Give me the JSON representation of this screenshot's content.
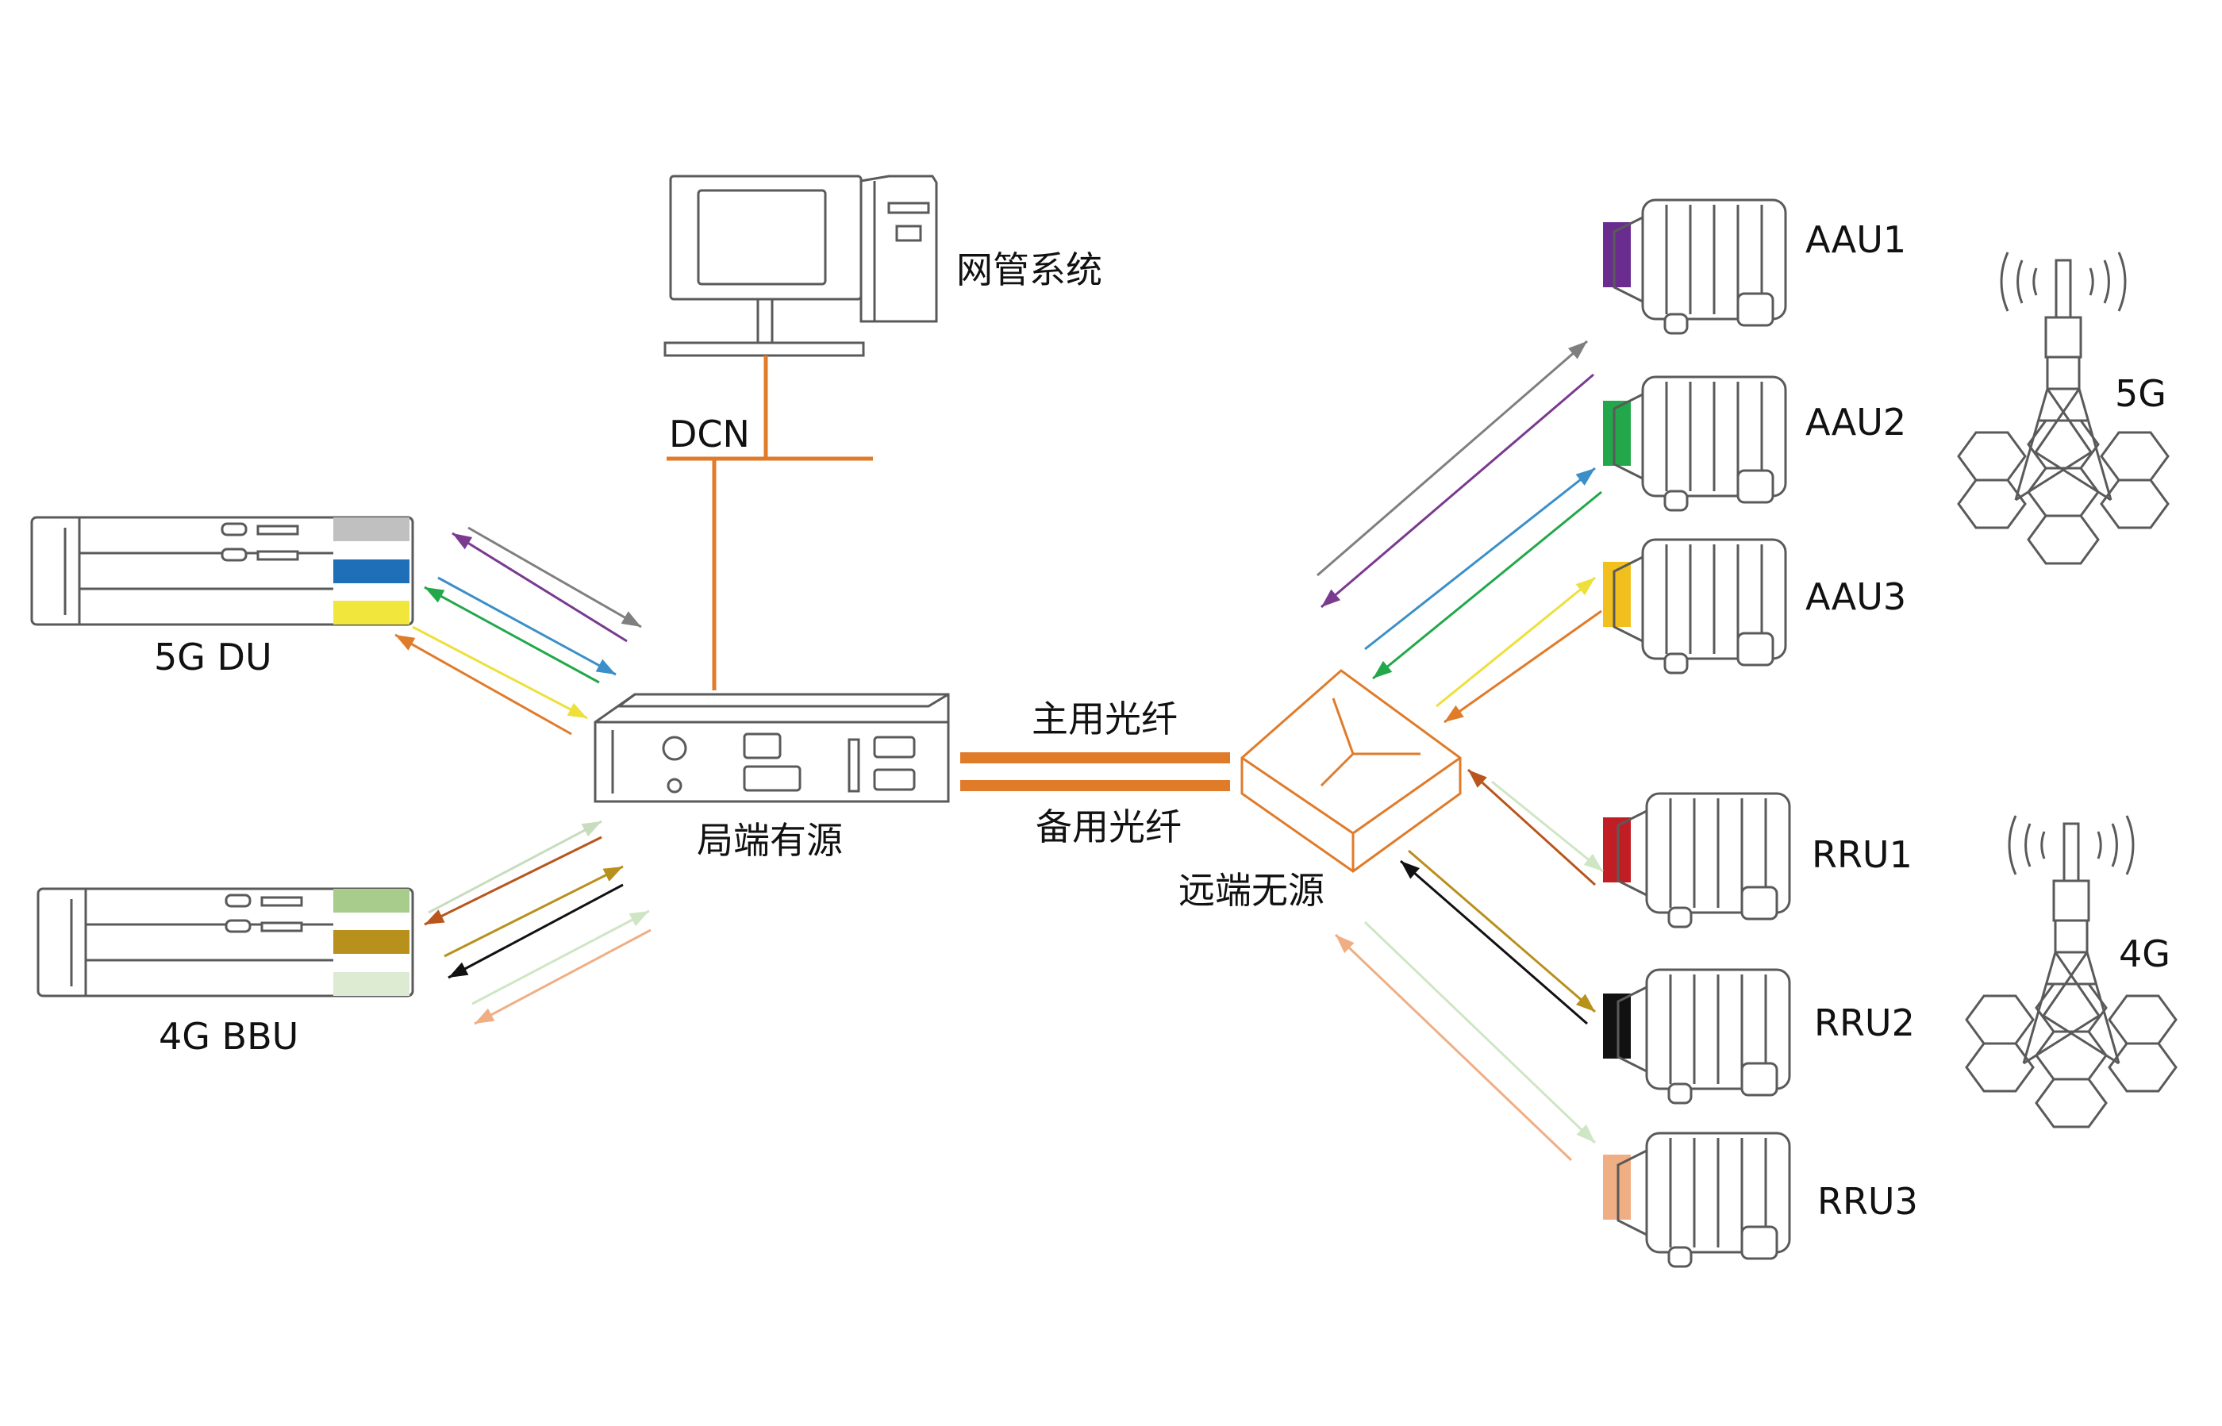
{
  "labels": {
    "nms": "网管系统",
    "dcn": "DCN",
    "du5g": "5G DU",
    "bbu4g": "4G BBU",
    "local_active": "局端有源",
    "remote_passive": "远端无源",
    "primary_fiber": "主用光纤",
    "backup_fiber": "备用光纤",
    "aau1": "AAU1",
    "aau2": "AAU2",
    "aau3": "AAU3",
    "rru1": "RRU1",
    "rru2": "RRU2",
    "rru3": "RRU3",
    "tower5g": "5G",
    "tower4g": "4G"
  },
  "colors": {
    "link": "#e07b2a",
    "equipment_stroke": "#5a5a5a",
    "du_ports": [
      "#c0c0c0",
      "#1f6fb8",
      "#f0e63c"
    ],
    "bbu_ports": [
      "#a8cc8c",
      "#b8901c",
      "#dcebd2"
    ],
    "aau_ports": [
      "#6a2d8f",
      "#22a84a",
      "#f2c01e"
    ],
    "rru_ports": [
      "#c01e24",
      "#111111",
      "#f0ae84"
    ],
    "du_arrows": [
      "#7f7f7f",
      "#7a3a90",
      "#3b8fc8",
      "#22a84a",
      "#eee03a",
      "#e07b2a"
    ],
    "bbu_arrows": [
      "#c8dcbe",
      "#b8561c",
      "#b8901c",
      "#111111",
      "#cfe6c4",
      "#f0ae84"
    ],
    "aau_arrows": [
      "#7f7f7f",
      "#7a3a90",
      "#3b8fc8",
      "#22a84a",
      "#eee03a",
      "#e07b2a"
    ],
    "rru_arrows": [
      "#cfe6c4",
      "#b8561c",
      "#b8901c",
      "#111111",
      "#cfe6c4",
      "#f0ae84"
    ]
  },
  "icons": [
    "computer-icon",
    "server-icon",
    "active-unit-icon",
    "passive-unit-icon",
    "radio-unit-icon",
    "antenna-tower-icon"
  ]
}
